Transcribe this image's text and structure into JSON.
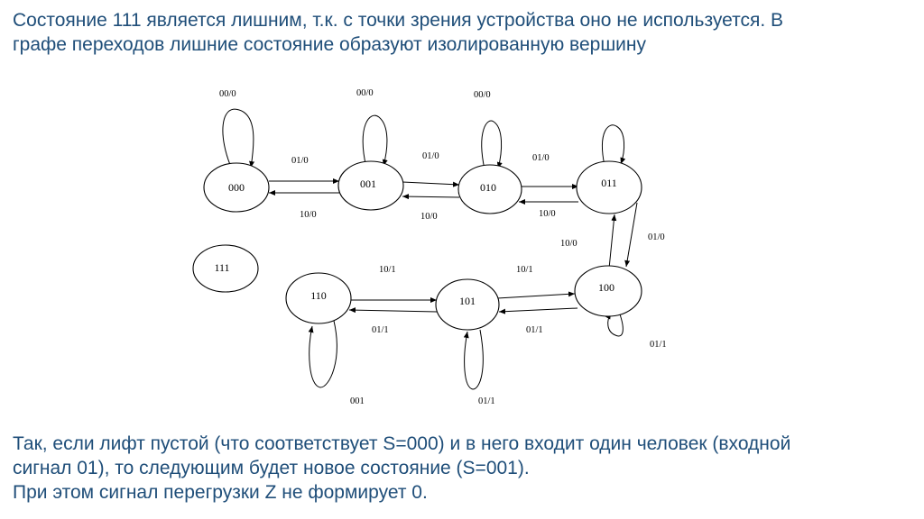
{
  "text": {
    "top_line1": "Состояние 111 является лишним, т.к. с точки зрения устройства оно не используется. В",
    "top_line2": "графе переходов лишние состояние образуют изолированную вершину",
    "bottom_line1": "Так, если лифт пустой (что соответствует  S=000) и в него входит один человек (входной",
    "bottom_line2": "сигнал 01), то следующим будет новое состояние (S=001).",
    "bottom_line3": "При этом сигнал перегрузки Z не формирует 0."
  },
  "colors": {
    "text": "#1f4e79",
    "diagram": "#000000"
  },
  "diagram": {
    "states": [
      {
        "id": "s000",
        "label": "000"
      },
      {
        "id": "s001",
        "label": "001"
      },
      {
        "id": "s010",
        "label": "010"
      },
      {
        "id": "s011",
        "label": "011"
      },
      {
        "id": "s100",
        "label": "100"
      },
      {
        "id": "s101",
        "label": "101"
      },
      {
        "id": "s110",
        "label": "110"
      },
      {
        "id": "s111",
        "label": "111"
      }
    ],
    "edge_labels": [
      {
        "id": "loop-000",
        "label": "00/0"
      },
      {
        "id": "loop-001",
        "label": "00/0"
      },
      {
        "id": "loop-010",
        "label": "00/0"
      },
      {
        "id": "e000-001",
        "label": "01/0"
      },
      {
        "id": "e001-000",
        "label": "10/0"
      },
      {
        "id": "e001-010",
        "label": "01/0"
      },
      {
        "id": "e010-001",
        "label": "10/0"
      },
      {
        "id": "e010-011",
        "label": "01/0"
      },
      {
        "id": "e011-010",
        "label": "10/0"
      },
      {
        "id": "e100-011",
        "label": "10/0"
      },
      {
        "id": "e011-100",
        "label": "01/0"
      },
      {
        "id": "e110-101",
        "label": "10/1"
      },
      {
        "id": "e101-100",
        "label": "10/1"
      },
      {
        "id": "e101-110",
        "label": "01/1"
      },
      {
        "id": "e100-101",
        "label": "01/1"
      },
      {
        "id": "loop-100",
        "label": "01/1"
      },
      {
        "id": "loop-110",
        "label": "001"
      },
      {
        "id": "loop-101",
        "label": "01/1"
      }
    ]
  }
}
